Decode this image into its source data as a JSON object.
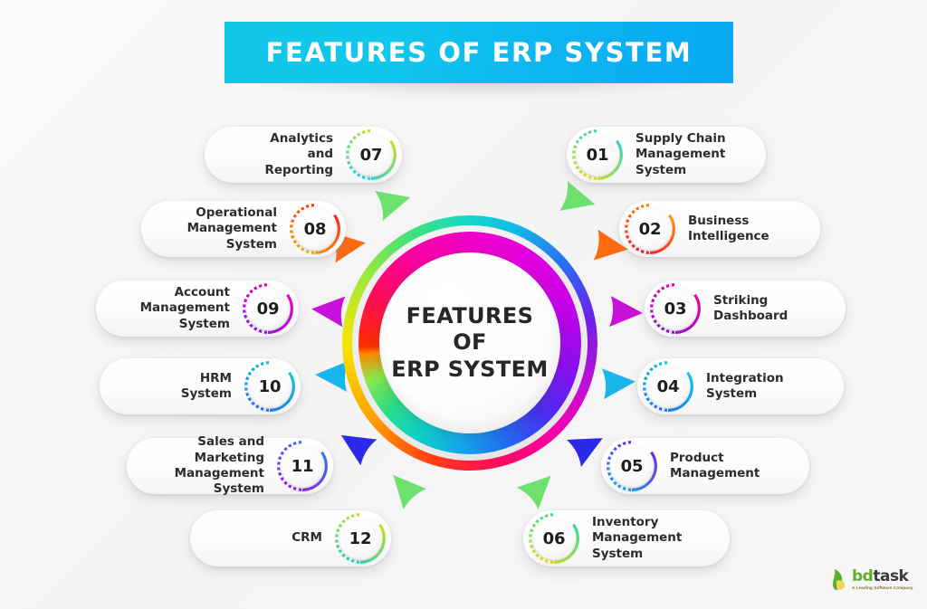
{
  "header": {
    "title": "FEATURES OF ERP SYSTEM"
  },
  "center": {
    "line1": "FEATURES",
    "line2": "OF",
    "line3": "ERP SYSTEM"
  },
  "features": [
    {
      "number": "01",
      "label": "Supply Chain\nManagement\nSystem",
      "side": "right",
      "ring_from": "#e8e800",
      "ring_to": "#0fd0e8"
    },
    {
      "number": "02",
      "label": "Business\nIntelligence",
      "side": "right",
      "ring_from": "#ff0a2e",
      "ring_to": "#ffb000"
    },
    {
      "number": "03",
      "label": "Striking\nDashboard",
      "side": "right",
      "ring_from": "#8a10d8",
      "ring_to": "#ff00a0"
    },
    {
      "number": "04",
      "label": "Integration\nSystem",
      "side": "right",
      "ring_from": "#1a6ef2",
      "ring_to": "#10d8e8"
    },
    {
      "number": "05",
      "label": "Product\nManagement",
      "side": "right",
      "ring_from": "#10a8f0",
      "ring_to": "#8a10e8"
    },
    {
      "number": "06",
      "label": "Inventory\nManagement\nSystem",
      "side": "right",
      "ring_from": "#e0e800",
      "ring_to": "#10d8c8"
    },
    {
      "number": "07",
      "label": "Analytics\nand\nReporting",
      "side": "left",
      "ring_from": "#10d8e8",
      "ring_to": "#e8e000"
    },
    {
      "number": "08",
      "label": "Operational\nManagement\nSystem",
      "side": "left",
      "ring_from": "#ffb000",
      "ring_to": "#ff1020"
    },
    {
      "number": "09",
      "label": "Account\nManagement\nSystem",
      "side": "left",
      "ring_from": "#8a10e8",
      "ring_to": "#ff00b8"
    },
    {
      "number": "10",
      "label": "HRM\nSystem",
      "side": "left",
      "ring_from": "#1a6ef2",
      "ring_to": "#10d8d8"
    },
    {
      "number": "11",
      "label": "Sales and Marketing\nManagement\nSystem",
      "side": "left",
      "ring_from": "#a010e8",
      "ring_to": "#1a8ef2"
    },
    {
      "number": "12",
      "label": "CRM",
      "side": "left",
      "ring_from": "#10d8c8",
      "ring_to": "#e8e000"
    }
  ],
  "arrows": [
    {
      "name": "arrow-green-upper-right",
      "color": "#6ee06e"
    },
    {
      "name": "arrow-orange-right",
      "color": "#ff6a10"
    },
    {
      "name": "arrow-magenta-right",
      "color": "#c810d8"
    },
    {
      "name": "arrow-cyan-right",
      "color": "#19b6ec"
    },
    {
      "name": "arrow-blue-lower-right",
      "color": "#2a2ae8"
    },
    {
      "name": "arrow-green-lower-right",
      "color": "#6ee06e"
    },
    {
      "name": "arrow-green-upper-left",
      "color": "#6ee06e"
    },
    {
      "name": "arrow-orange-left",
      "color": "#ff6a10"
    },
    {
      "name": "arrow-magenta-left",
      "color": "#c810d8"
    },
    {
      "name": "arrow-cyan-left",
      "color": "#19b6ec"
    },
    {
      "name": "arrow-blue-lower-left",
      "color": "#2a2ae8"
    },
    {
      "name": "arrow-green-lower-left",
      "color": "#6ee06e"
    }
  ],
  "logo": {
    "brand_first": "bd",
    "brand_second": "task",
    "tagline": "A Leading Software Company"
  },
  "colors": {
    "banner_from": "#12c6e8",
    "banner_to": "#0aa8f5",
    "text_dark": "#2c2c2c",
    "background": "#f7f7f7"
  }
}
